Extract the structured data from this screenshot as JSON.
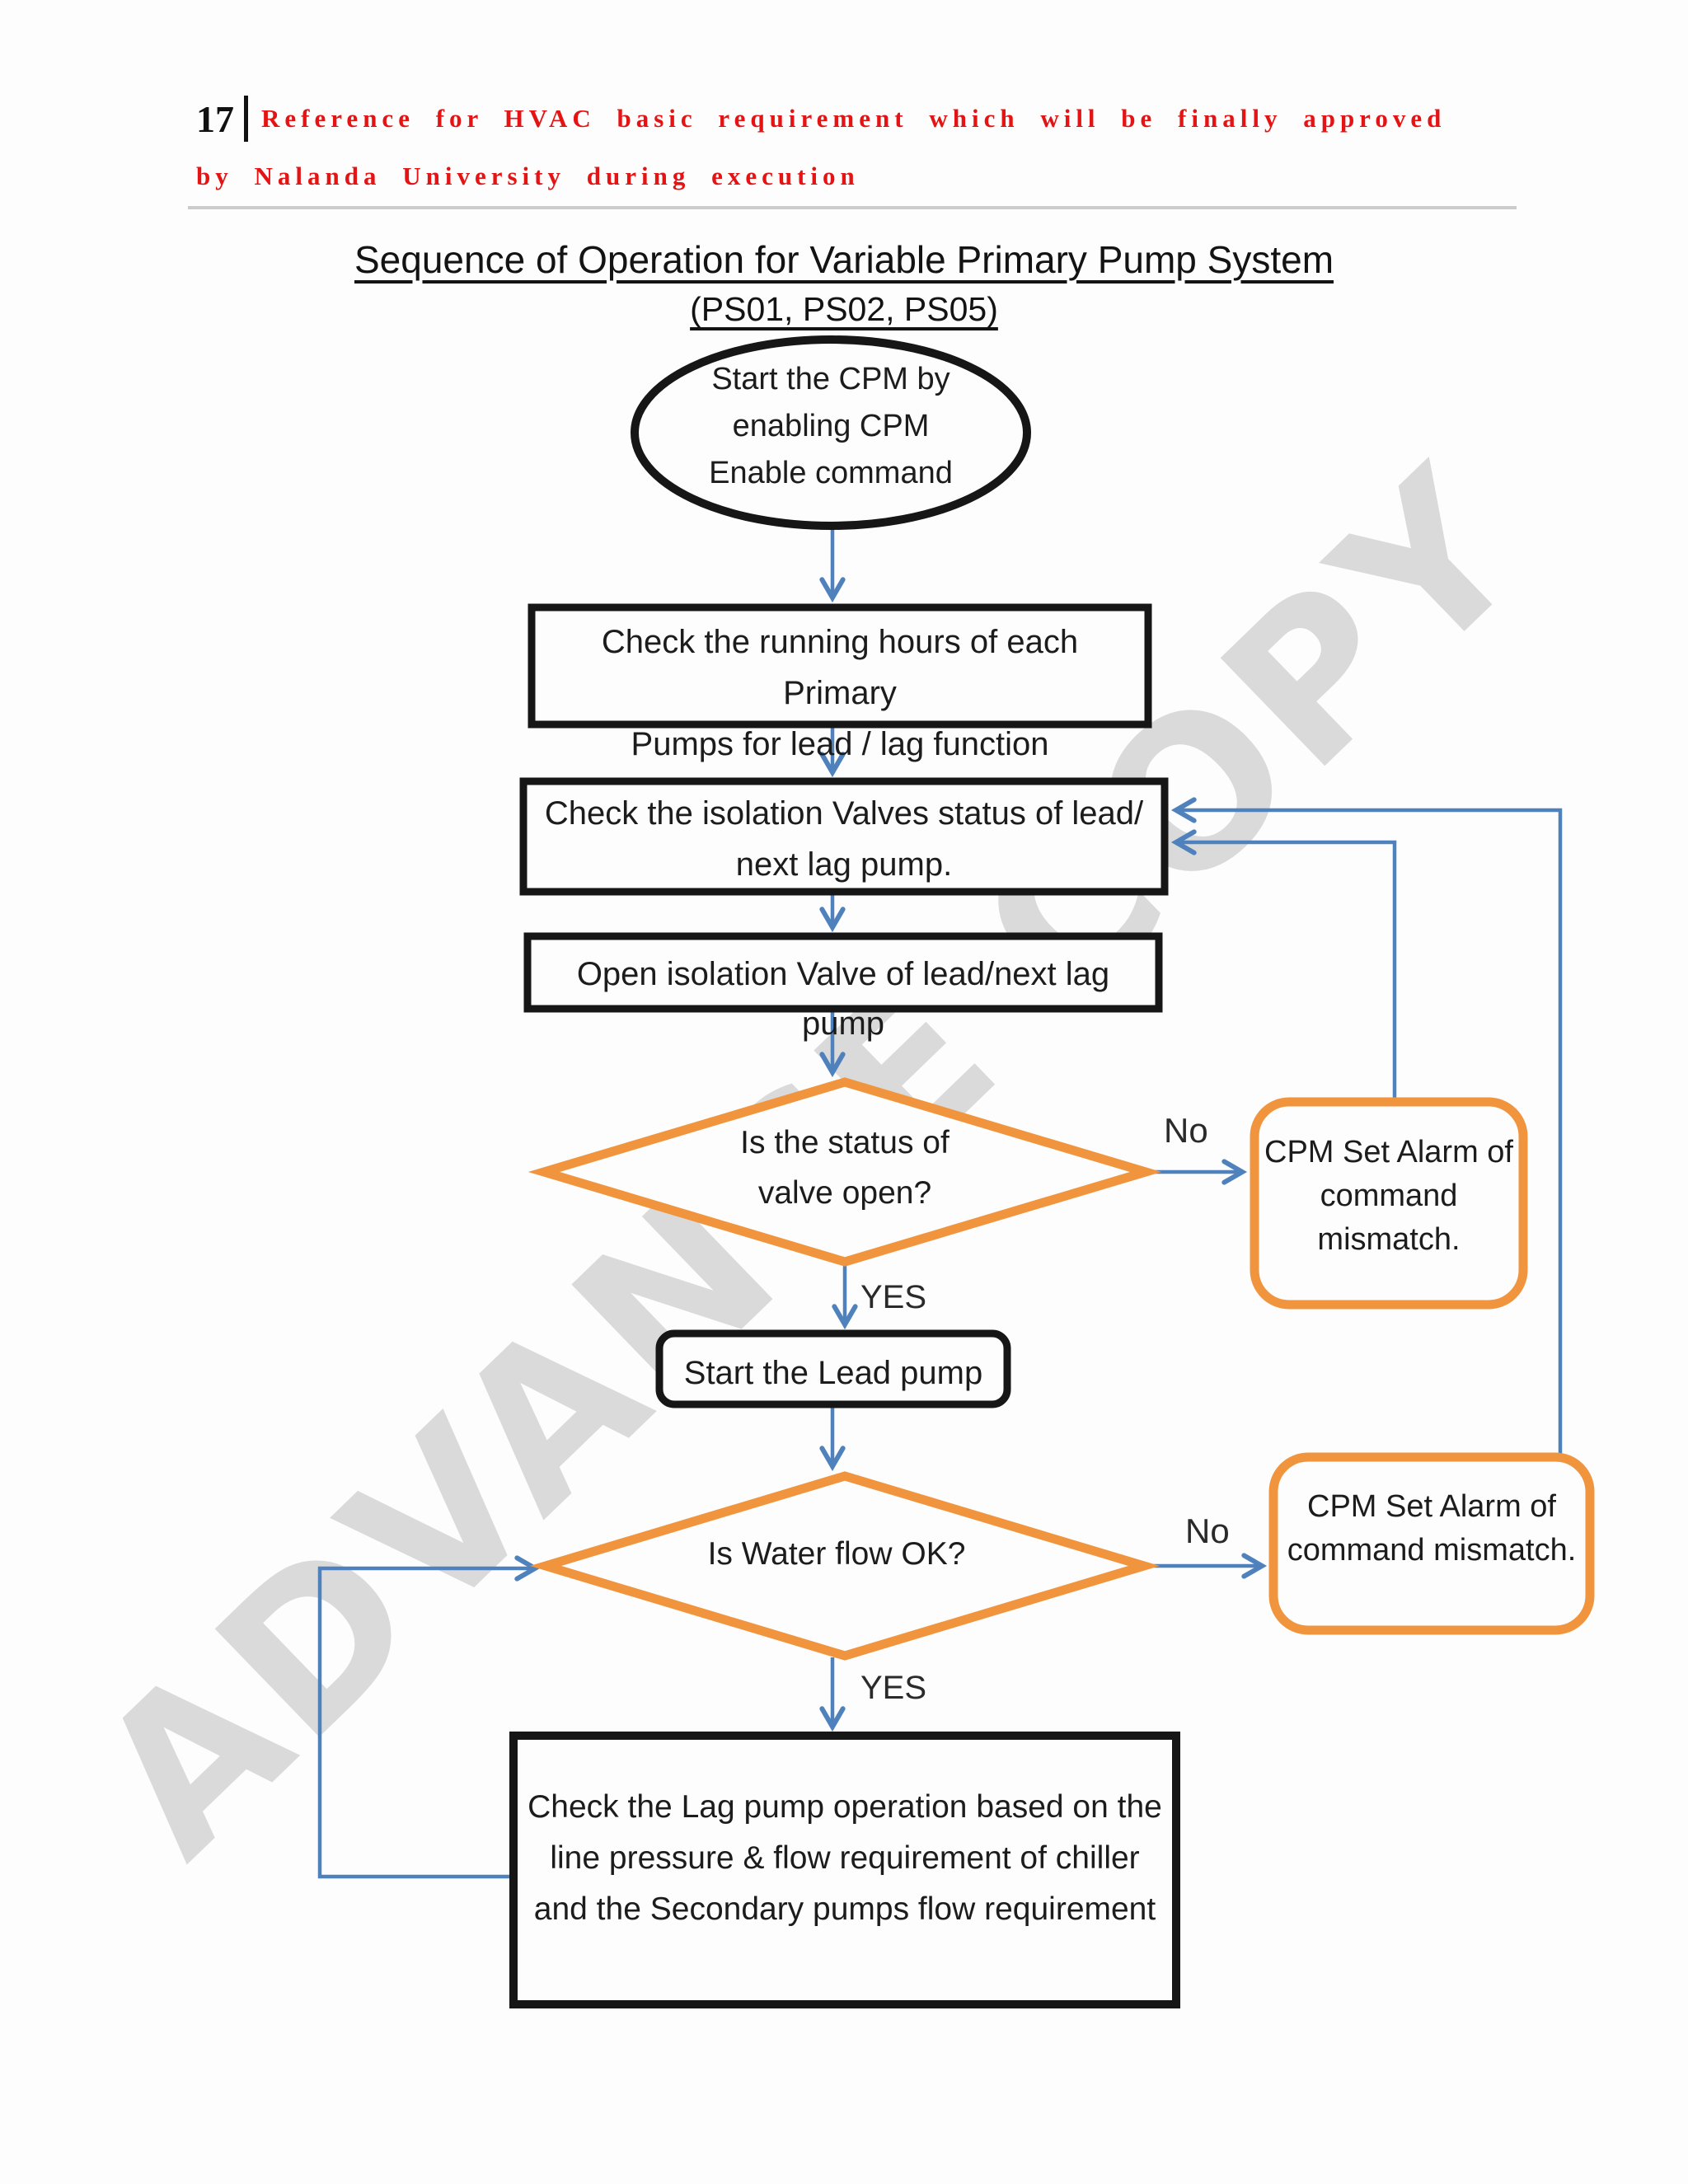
{
  "page": {
    "number": "17",
    "header_line1": "Reference for HVAC basic requirement which will be finally approved",
    "header_line2": "by Nalanda University during execution",
    "watermark": "ADVANCE COPY"
  },
  "title": {
    "main": "Sequence of Operation for Variable Primary Pump System",
    "sub": "(PS01, PS02, PS05)"
  },
  "flowchart": {
    "start_ellipse": "Start the CPM by\nenabling CPM\nEnable command",
    "check_hours": "Check the running hours of each Primary\nPumps for lead / lag function",
    "check_isolation": "Check the isolation Valves status of lead/\nnext lag pump.",
    "open_isolation": "Open isolation Valve of lead/next lag pump",
    "valve_open_question": "Is the status of\nvalve open?",
    "alarm_valve": "CPM Set Alarm of\ncommand\nmismatch.",
    "start_lead": "Start the Lead pump",
    "water_flow_question": "Is Water flow OK?",
    "alarm_flow": "CPM Set Alarm of\ncommand mismatch.",
    "check_lag": "Check the Lag pump operation based on the\nline pressure & flow requirement of chiller\nand the Secondary pumps flow requirement",
    "labels": {
      "no1": "No",
      "yes1": "YES",
      "no2": "No",
      "yes2": "YES"
    }
  },
  "colors": {
    "connector_blue": "#4f81bd",
    "decision_orange": "#f0953e",
    "process_black": "#161616",
    "header_red": "#e51414",
    "watermark_gray": "#dadada",
    "rule_gray": "#cccccc"
  }
}
